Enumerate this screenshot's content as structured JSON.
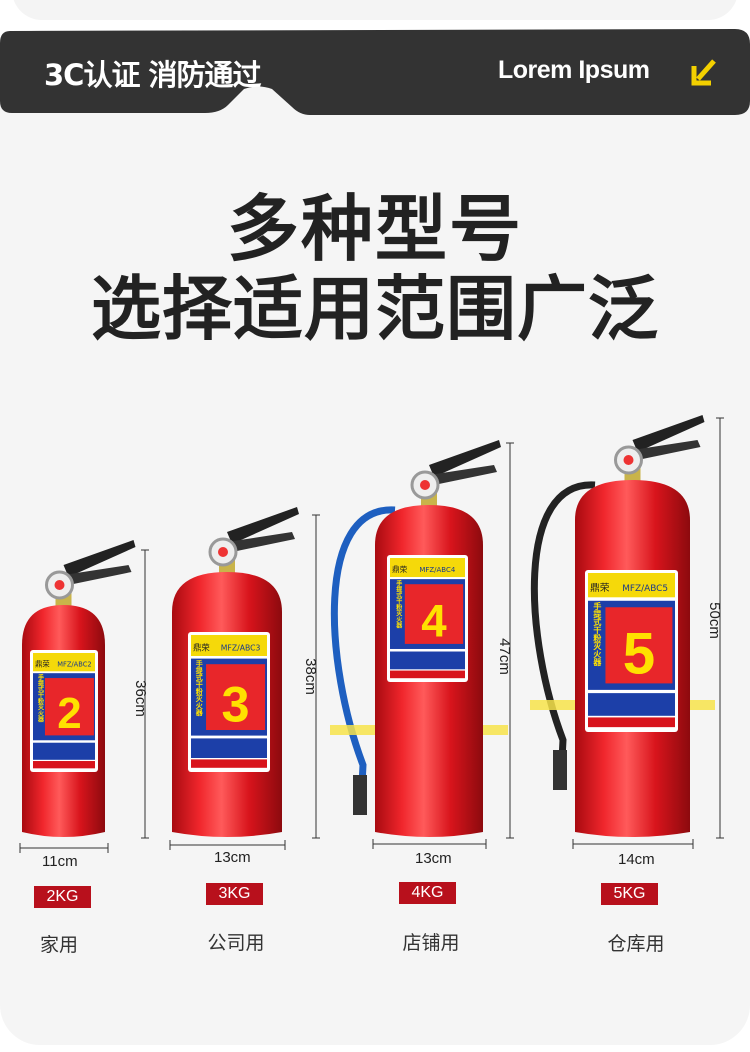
{
  "banner": {
    "left_text": "3C认证 消防通过",
    "right_text": "Lorem Ipsum",
    "arrow_icon": "arrow-down-left-icon",
    "accent": "#f3d000",
    "bg": "#333333"
  },
  "headline": {
    "line1": "多种型号",
    "line2": "选择适用范围广泛"
  },
  "label_text": {
    "brand": "鼎荣",
    "type_line": "手提式干粉灭火器"
  },
  "products": [
    {
      "model": "MFZ/ABC2",
      "number": "2",
      "height": "36cm",
      "width": "11cm",
      "weight": "2KG",
      "use": "家用",
      "hose": "none"
    },
    {
      "model": "MFZ/ABC3",
      "number": "3",
      "height": "38cm",
      "width": "13cm",
      "weight": "3KG",
      "use": "公司用",
      "hose": "none"
    },
    {
      "model": "MFZ/ABC4",
      "number": "4",
      "height": "47cm",
      "width": "13cm",
      "weight": "4KG",
      "use": "店铺用",
      "hose": "#1e5fc0"
    },
    {
      "model": "MFZ/ABC5",
      "number": "5",
      "height": "50cm",
      "width": "14cm",
      "weight": "5KG",
      "use": "仓库用",
      "hose": "#222222"
    }
  ],
  "colors": {
    "body_red": "#d8141c",
    "badge_red": "#b8101c"
  }
}
